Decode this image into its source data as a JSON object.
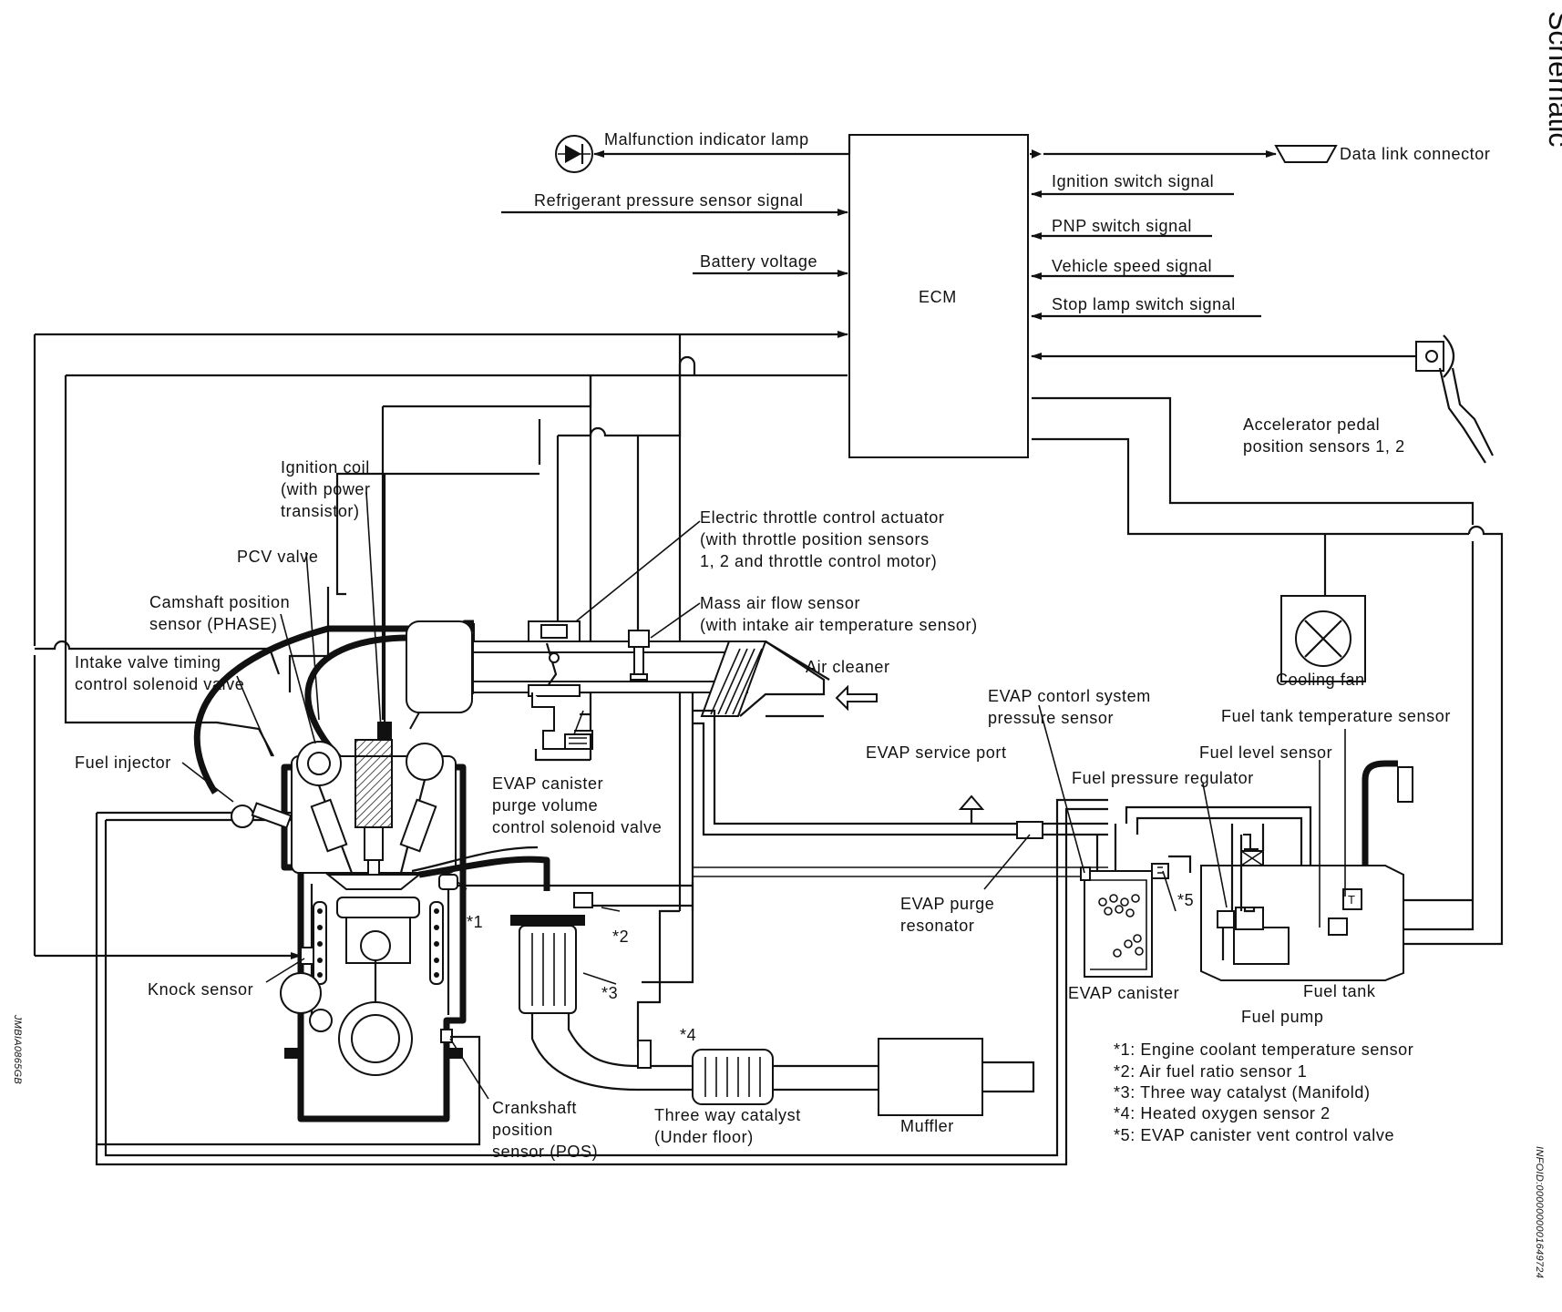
{
  "sidebar": {
    "title": "Schematic",
    "left_code": "JMBIA0865GB",
    "right_code": "INFOID:0000000001649724"
  },
  "ecm": {
    "label": "ECM"
  },
  "ecm_signals": {
    "mil": "Malfunction indicator lamp",
    "refrigerant": "Refrigerant pressure sensor signal",
    "battery": "Battery voltage",
    "data_link": "Data link connector",
    "ignition_switch": "Ignition switch signal",
    "pnp_switch": "PNP switch signal",
    "vehicle_speed": "Vehicle speed signal",
    "stop_lamp": "Stop lamp switch signal"
  },
  "accelerator": {
    "line1": "Accelerator pedal",
    "line2": "position sensors 1, 2"
  },
  "components": {
    "ignition_coil": [
      "Ignition coil",
      "(with power",
      "transistor)"
    ],
    "pcv_valve": "PCV valve",
    "camshaft": [
      "Camshaft position",
      "sensor (PHASE)"
    ],
    "intake_valve": [
      "Intake valve timing",
      "control solenoid valve"
    ],
    "fuel_injector": "Fuel injector",
    "throttle": [
      "Electric throttle control actuator",
      "(with throttle position sensors",
      "1, 2 and throttle control motor)"
    ],
    "maf": [
      "Mass air flow sensor",
      "(with intake air temperature sensor)"
    ],
    "air_cleaner": "Air cleaner",
    "cooling_fan": "Cooling fan",
    "evap_pressure": [
      "EVAP contorl system",
      "pressure sensor"
    ],
    "fuel_tank_temp": "Fuel tank temperature sensor",
    "evap_service_port": "EVAP service port",
    "fuel_level": "Fuel level sensor",
    "fuel_pressure_reg": "Fuel pressure regulator",
    "evap_purge_valve": [
      "EVAP canister",
      "purge volume",
      "control solenoid valve"
    ],
    "evap_purge_resonator": [
      "EVAP purge",
      "resonator"
    ],
    "evap_canister": "EVAP canister",
    "fuel_tank": "Fuel tank",
    "fuel_pump": "Fuel pump",
    "knock_sensor": "Knock sensor",
    "crankshaft": [
      "Crankshaft",
      "position",
      "sensor (POS)"
    ],
    "three_way_under": [
      "Three way catalyst",
      "(Under floor)"
    ],
    "muffler": "Muffler"
  },
  "refs": {
    "r1": "*1",
    "r2": "*2",
    "r3": "*3",
    "r4": "*4",
    "r5": "*5"
  },
  "notes": [
    "*1: Engine coolant temperature sensor",
    "*2: Air fuel ratio sensor 1",
    "*3: Three way catalyst (Manifold)",
    "*4: Heated oxygen sensor 2",
    "*5: EVAP canister vent control valve"
  ]
}
